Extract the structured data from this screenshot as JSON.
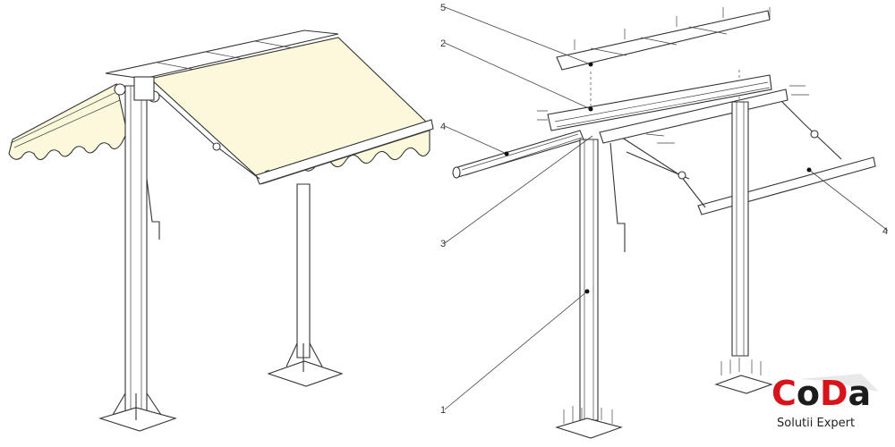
{
  "callouts": [
    {
      "id": "callout-5",
      "text": "5"
    },
    {
      "id": "callout-2",
      "text": "2"
    },
    {
      "id": "callout-4-left",
      "text": "4"
    },
    {
      "id": "callout-3",
      "text": "3"
    },
    {
      "id": "callout-1",
      "text": "1"
    },
    {
      "id": "callout-4-right",
      "text": "4"
    }
  ],
  "logo": {
    "brand": "CoDa",
    "brand_parts": [
      "C",
      "o",
      "D",
      "a"
    ],
    "tagline": "Solutii Expert",
    "colors": {
      "red": "#d7141a",
      "dark": "#1c1c1c"
    }
  },
  "colors": {
    "fabric": "#fbf8dc",
    "line": "#333333"
  }
}
